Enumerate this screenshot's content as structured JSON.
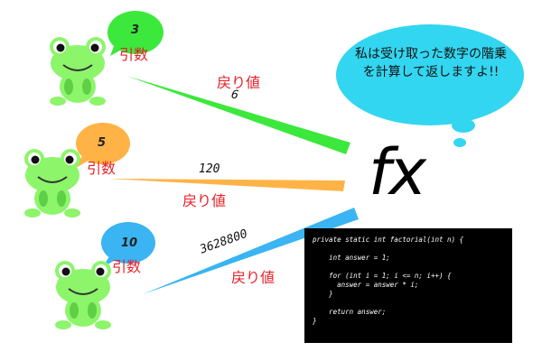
{
  "frogs": [
    {
      "argument": "3",
      "argument_label": "引数",
      "return_label": "戻り値",
      "return_value": "6",
      "bubble_color": "#3ce83c"
    },
    {
      "argument": "5",
      "argument_label": "引数",
      "return_label": "戻り値",
      "return_value": "120",
      "bubble_color": "#ffb347"
    },
    {
      "argument": "10",
      "argument_label": "引数",
      "return_label": "戻り値",
      "return_value": "3628800",
      "bubble_color": "#3ab4f2"
    }
  ],
  "function_symbol": "fx",
  "thought_bubble": {
    "text": "私は受け取った数字の階乗を計算して返しますよ!!",
    "color": "#33d6f0"
  },
  "code_lines": [
    "private static int factorial(int n) {",
    "",
    "    int answer = 1;",
    "",
    "    for (int i = 1; i <= n; i++) {",
    "      answer = answer * i;",
    "    }",
    "",
    "    return answer;",
    "}"
  ],
  "colors": {
    "frog_body": "#8cf56a",
    "frog_outline": "#5fcf45",
    "label_red": "#e8202a",
    "code_bg": "#000000"
  }
}
